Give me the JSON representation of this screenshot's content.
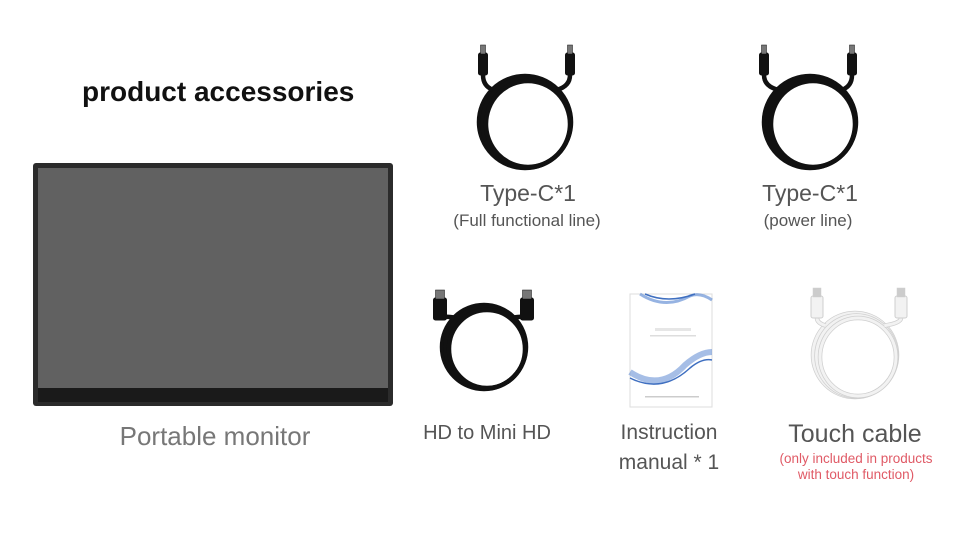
{
  "title": "product accessories",
  "items": [
    {
      "name": "Type-C*1",
      "note": "(Full functional line)"
    },
    {
      "name": "Type-C*1",
      "note": "(power line)"
    },
    {
      "name": "Portable monitor"
    },
    {
      "name": "HD to Mini HD"
    },
    {
      "name_line1": "Instruction",
      "name_line2": "manual * 1"
    },
    {
      "name": "Touch cable",
      "note_line1": "(only included in products",
      "note_line2": "with touch function)"
    }
  ],
  "colors": {
    "note_red": "#e05a66",
    "label_gray": "#555555",
    "cable_black": "#111111",
    "cable_white": "#f2f2f2",
    "manual_wave": "#6a93d6"
  }
}
